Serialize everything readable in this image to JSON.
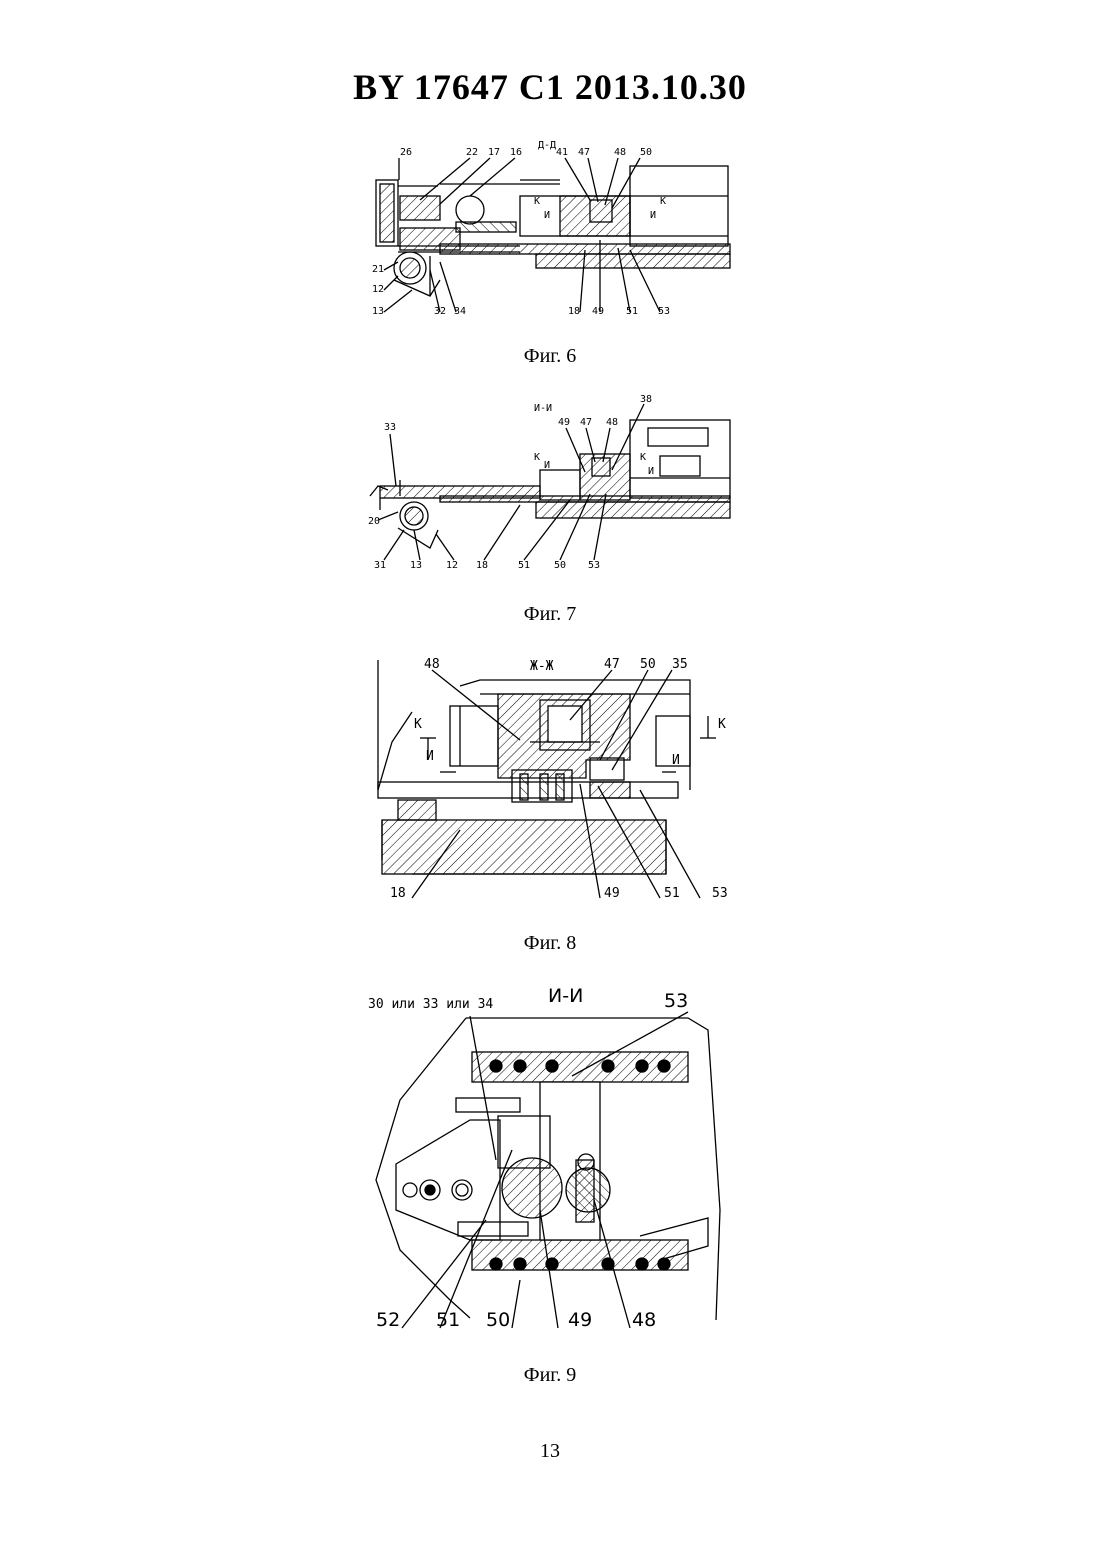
{
  "header": "BY  17647  C1  2013.10.30",
  "figures": [
    {
      "caption": "Фиг. 6",
      "section": "Д-Д",
      "labels": [
        "26",
        "22",
        "17",
        "16",
        "41",
        "47",
        "48",
        "50",
        "21",
        "12",
        "13",
        "32",
        "34",
        "18",
        "49",
        "51",
        "53"
      ],
      "arrows": [
        "К",
        "И",
        "И",
        "К"
      ]
    },
    {
      "caption": "Фиг. 7",
      "section": "И-И",
      "labels": [
        "33",
        "49",
        "47",
        "48",
        "38",
        "20",
        "31",
        "13",
        "12",
        "18",
        "51",
        "50",
        "53"
      ],
      "arrows": [
        "К",
        "И",
        "К",
        "И"
      ]
    },
    {
      "caption": "Фиг. 8",
      "section": "Ж-Ж",
      "labels": [
        "48",
        "47",
        "50",
        "35",
        "18",
        "49",
        "51",
        "53"
      ],
      "arrows": [
        "К",
        "И",
        "И",
        "К"
      ]
    },
    {
      "caption": "Фиг. 9",
      "section": "И-И",
      "labels": [
        "30  или 33 или 34",
        "53",
        "52",
        "51",
        "50",
        "49",
        "48"
      ]
    }
  ],
  "page_number": "13"
}
